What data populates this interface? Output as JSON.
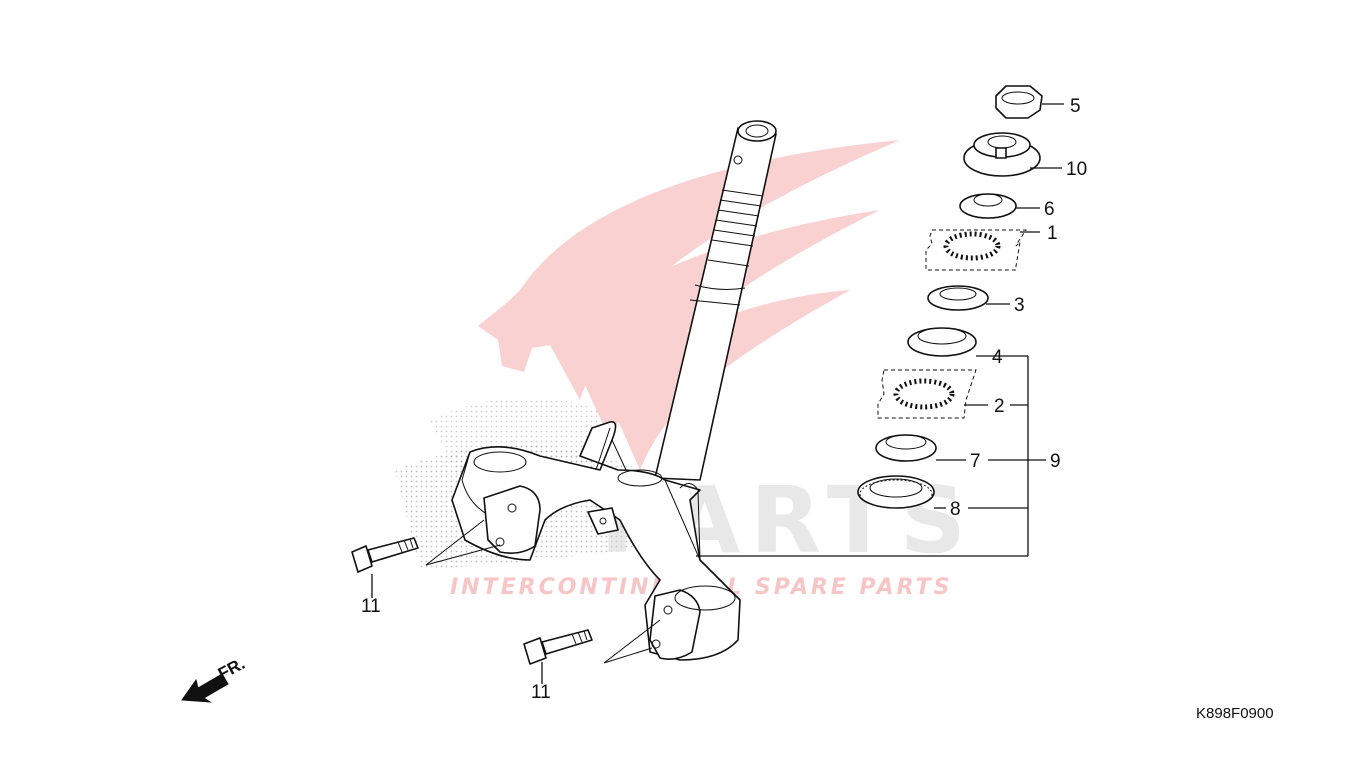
{
  "diagram_code": "K898F0900",
  "direction_label": "FR.",
  "watermark": {
    "brand": "PARTS",
    "tagline": "INTERCONTINENTAL SPARE PARTS"
  },
  "callouts": {
    "c1": "1",
    "c2": "2",
    "c3": "3",
    "c4": "4",
    "c5": "5",
    "c6": "6",
    "c7": "7",
    "c8": "8",
    "c9": "9",
    "c10": "10",
    "c11a": "11",
    "c11b": "11"
  },
  "colors": {
    "line": "#111111",
    "watermark_red": "#e8484a",
    "watermark_gray": "#c8c8c8"
  }
}
